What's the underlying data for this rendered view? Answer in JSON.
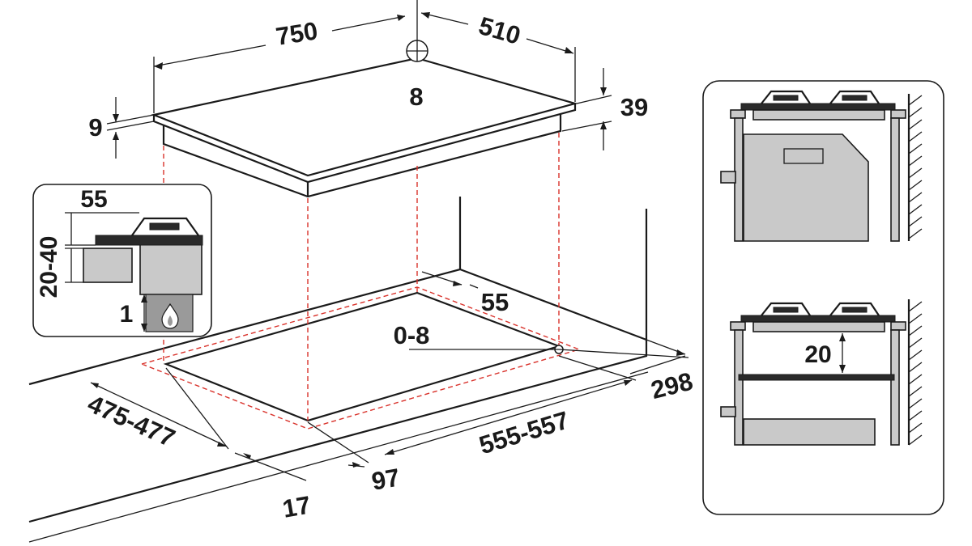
{
  "dimensions": {
    "width": "750",
    "depth": "510",
    "connector": "8",
    "thickness_edge": "9",
    "height": "39",
    "cutout_margin": "55",
    "connector_offset": "0-8",
    "cutout_depth": "475-477",
    "cutout_width": "555-557",
    "side_offset": "298",
    "front_offset": "97",
    "front_edge": "17"
  },
  "inset_detail": {
    "clearance_top": "55",
    "worktop_thickness": "20-40",
    "gap": "1"
  },
  "oven_installation": {
    "shelf_gap": "20"
  },
  "icons": {
    "gas": "gas-flame-icon"
  },
  "colors": {
    "line": "#1a1a1a",
    "guide": "#d9322b",
    "fill": "#c9c9c9"
  }
}
